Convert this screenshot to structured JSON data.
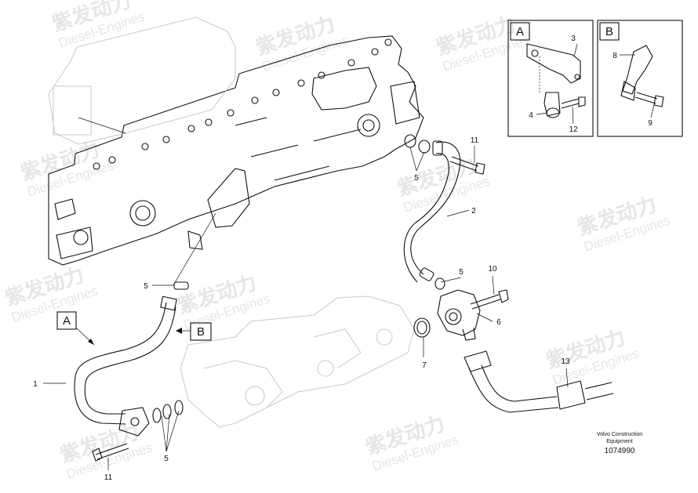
{
  "watermark": {
    "cn": "紫发动力",
    "en": "Diesel-Engines"
  },
  "boxes": {
    "a_label": "A",
    "b_label": "B"
  },
  "callouts": {
    "c1": "1",
    "c2": "2",
    "c3": "3",
    "c4": "4",
    "c5a": "5",
    "c5b": "5",
    "c5c": "5",
    "c5d": "5",
    "c6": "6",
    "c7": "7",
    "c8": "8",
    "c9": "9",
    "c10": "10",
    "c11a": "11",
    "c11b": "11",
    "c12": "12",
    "c13": "13"
  },
  "credit": {
    "line1": "Volvo Construction",
    "line2": "Equipment",
    "doc_number": "1074990"
  },
  "colors": {
    "line": "#111111",
    "ghost": "#c9c9c9",
    "watermark": "#e6e6e6"
  }
}
